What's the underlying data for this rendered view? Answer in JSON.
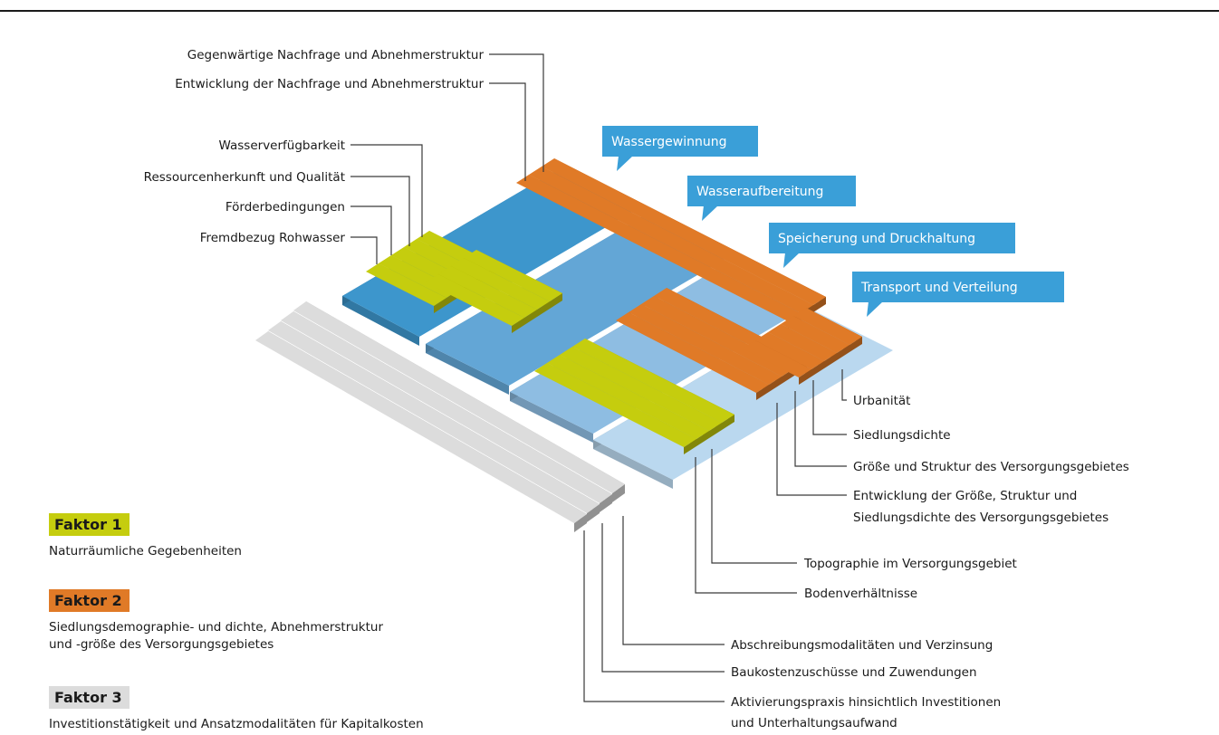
{
  "colors": {
    "yellow": "#c5cd0e",
    "orange": "#e07a27",
    "grey": "#dcdcdc",
    "stage_blue": "#3a9fd8",
    "slab_1": "#3d96cc",
    "slab_2": "#63a6d6",
    "slab_3": "#8ebde2",
    "slab_4": "#bad8ef"
  },
  "stages": [
    "Wassergewinnung",
    "Wasseraufbereitung",
    "Speicherung und Druckhaltung",
    "Transport und Verteilung"
  ],
  "factor1_labels": [
    "Wasserverfügbarkeit",
    "Ressourcenherkunft und Qualität",
    "Förderbedingungen",
    "Fremdbezug Rohwasser"
  ],
  "factor1_lower_labels": [
    "Topographie im Versorgungsgebiet",
    "Bodenverhältnisse"
  ],
  "factor2_top_labels": [
    "Gegenwärtige Nachfrage und Abnehmerstruktur",
    "Entwicklung der Nachfrage und Abnehmerstruktur"
  ],
  "factor2_right_labels": [
    "Urbanität",
    "Siedlungsdichte",
    "Größe und Struktur des Versorgungsgebietes",
    "Entwicklung der Größe, Struktur und",
    "Siedlungsdichte des Versorgungsgebietes"
  ],
  "factor3_labels": [
    "Abschreibungsmodalitäten und Verzinsung",
    "Baukostenzuschüsse und Zuwendungen",
    "Aktivierungspraxis hinsichtlich Investitionen",
    "und Unterhaltungsaufwand"
  ],
  "legend": {
    "f1": {
      "title": "Faktor 1",
      "desc": [
        "Naturräumliche Gegebenheiten"
      ]
    },
    "f2": {
      "title": "Faktor 2",
      "desc": [
        "Siedlungsdemographie- und dichte, Abnehmerstruktur",
        "und -größe des Versorgungsgebietes"
      ]
    },
    "f3": {
      "title": "Faktor 3",
      "desc": [
        "Investitionstätigkeit und Ansatzmodalitäten für Kapitalkosten"
      ]
    }
  }
}
